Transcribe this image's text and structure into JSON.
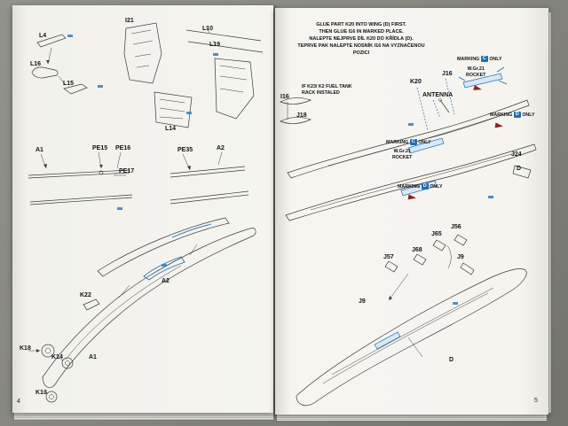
{
  "left": {
    "page_number": "4",
    "labels": {
      "l4": "L4",
      "l16": "L16",
      "l15": "L15",
      "i21": "I21",
      "l10": "L10",
      "l19": "L19",
      "l14": "L14",
      "a1": "A1",
      "pe15": "PE15",
      "pe16": "PE16",
      "pe17": "PE17",
      "pe35": "PE35",
      "a2": "A2",
      "k22": "K22",
      "k18": "K18",
      "k14": "K14",
      "k13": "K13"
    }
  },
  "right": {
    "page_number": "5",
    "instructions": {
      "en1": "GLUE PART K20 INTO WING (D) FIRST.",
      "en2": "THEN GLUE I16 IN MARKED PLACE.",
      "cz1": "NALEPTE NEJPRVE DÍL K20 DO KŘÍDLA (D).",
      "cz2": "TEPRVE PAK NALEPTE NOSNÍK I16 NA VYZNAČENOU POZICI"
    },
    "note": {
      "line1": "IF K23/ K2 FUEL TANK",
      "line2": "RACK INSTALED"
    },
    "badge": {
      "marking": "MARKING",
      "only": "ONLY",
      "c": "C",
      "d": "D"
    },
    "rocket_caption": {
      "line1": "W.Gr.21",
      "line2": "ROCKET"
    },
    "labels": {
      "k20": "K20",
      "j16": "J16",
      "antenna": "ANTENNA",
      "i16": "I16",
      "j18": "J18",
      "j24": "J24",
      "j56": "J56",
      "j65": "J65",
      "j68": "J68",
      "j57": "J57",
      "j9": "J9",
      "d": "D"
    }
  },
  "colors": {
    "accent_blue": "#1c6fb8",
    "flag_red": "#8b2222",
    "page": "#f4f3ee"
  }
}
